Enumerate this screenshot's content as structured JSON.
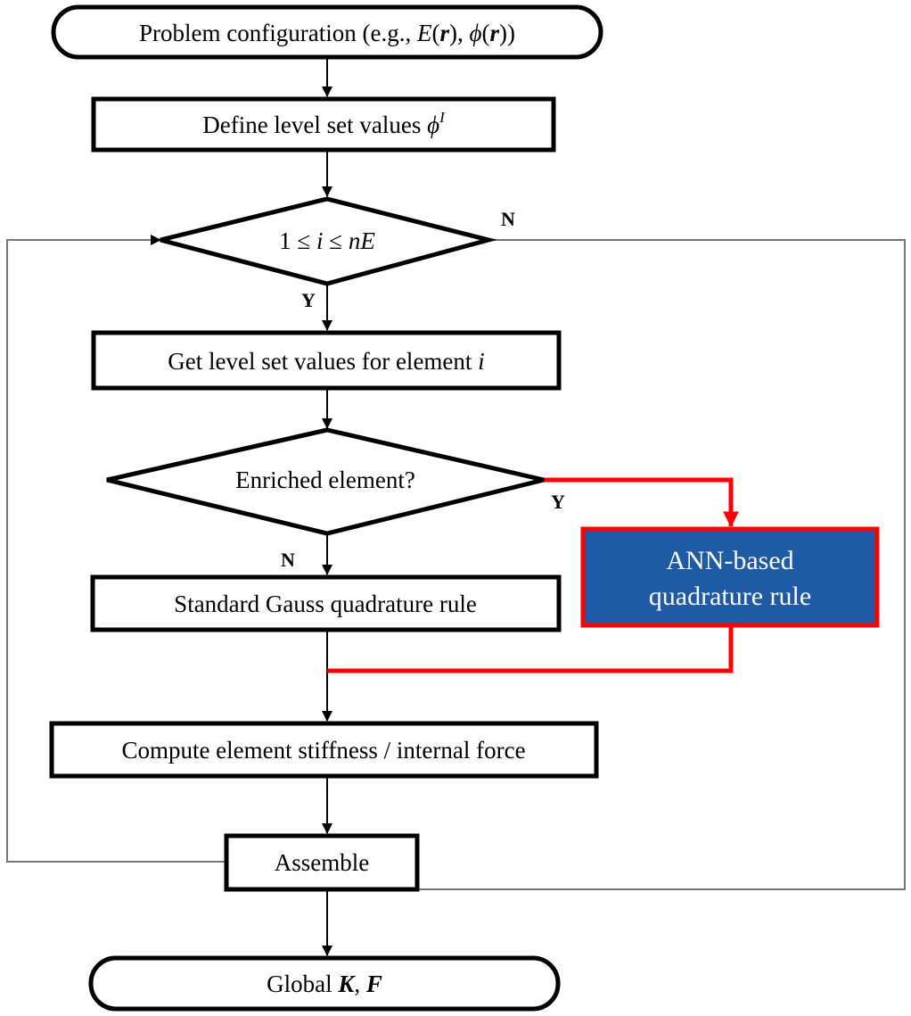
{
  "nodes": {
    "start": {
      "text": "Problem configuration (e.g., ",
      "e_sym": "E",
      "phi_sym": "ϕ",
      "r_sym": "r",
      "sep": ", ",
      "open": "(",
      "close": ")"
    },
    "define": {
      "text": "Define level set values ",
      "phi_sym": "ϕ",
      "sup": "I"
    },
    "loop": {
      "text_a": "1 ≤ ",
      "i": "i",
      "text_b": " ≤ ",
      "ne": "nE"
    },
    "get_values": {
      "text": "Get level set values for element ",
      "i": "i"
    },
    "enriched": {
      "text": "Enriched element?"
    },
    "gauss": {
      "text": "Standard Gauss quadrature rule"
    },
    "ann": {
      "line1": "ANN-based",
      "line2": "quadrature rule"
    },
    "compute": {
      "text": "Compute element stiffness / internal force"
    },
    "assemble": {
      "text": "Assemble"
    },
    "end": {
      "text": "Global ",
      "k": "K",
      "sep": ", ",
      "f": "F"
    }
  },
  "edge_labels": {
    "loop_no": "N",
    "loop_yes": "Y",
    "enriched_yes": "Y",
    "enriched_no": "N"
  },
  "colors": {
    "ann_fill": "#1f5aa6",
    "highlight": "#ff0000",
    "loop_line": "#777777"
  }
}
